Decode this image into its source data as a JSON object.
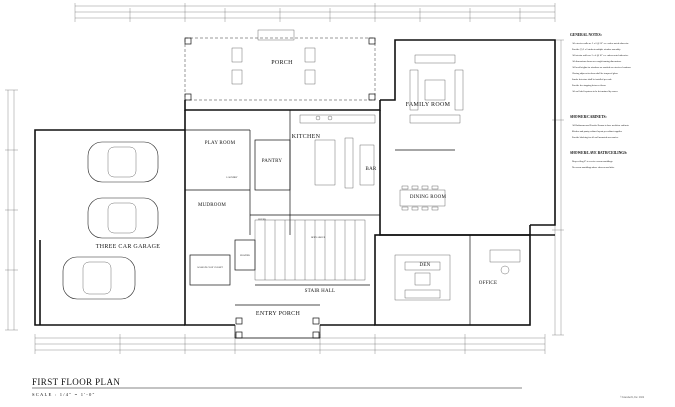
{
  "sheet": {
    "title": "FIRST FLOOR PLAN",
    "scale": "SCALE : 1/4\" = 1'-0\"",
    "copyright": "©JonesArch, Inc. 2024"
  },
  "rooms": {
    "porch": "PORCH",
    "play_room": "PLAY ROOM",
    "pantry": "PANTRY",
    "kitchen": "KITCHEN",
    "bar": "BAR",
    "family_room": "FAMILY ROOM",
    "dining_room": "DINING ROOM",
    "mudroom": "MUDROOM",
    "garage": "THREE CAR GARAGE",
    "den": "DEN",
    "office": "OFFICE",
    "stair_hall": "STAIR HALL",
    "entry_porch": "ENTRY PORCH",
    "open_above": "OPEN ABOVE",
    "foyer": "FOYER",
    "walk_in_coat_closet": "WALK-IN COAT CLOSET",
    "powder": "POWDER",
    "laundry": "LAUNDRY"
  },
  "notes": {
    "general_title": "GENERAL NOTES:",
    "general_items": [
      "All exterior walls are 2 x 6 @ 16\" o.c. unless noted otherwise.",
      "Provide (2) 2 x 6 studs at multiple window assembly.",
      "All interior walls are 2 x 4 @ 16\" o.c. unless noted otherwise.",
      "All dimensions shown are rough framing dimensions.",
      "All head heights for windows are marked on exterior elevations.",
      "Glazing adjacent to doors shall be tempered glass.",
      "Smoke detectors shall be installed per code.",
      "Provide fire stopping between floors.",
      "All wall shelf systems to be determined by owner."
    ],
    "cabinets_title": "SHOWER/CABINETS:",
    "cabinets_items": [
      "All Bathrooms and Powder Rooms to have medicine cabinets.",
      "Kitchen and pantry cabinet layout per cabinet supplier.",
      "Provide blocking for all wall mounted accessories."
    ],
    "ceilings_title": "SHOWER/LAVE BATH/CEILINGS:",
    "ceilings_items": [
      "Drop ceiling 8\" to receive crown mouldings.",
      "No crown mouldings above showers and tubs."
    ]
  }
}
